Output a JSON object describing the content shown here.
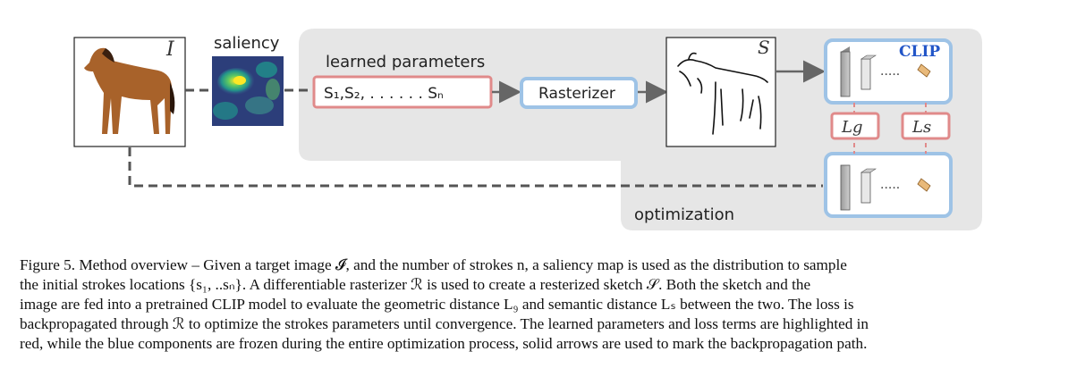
{
  "figure": {
    "saliency_label": "saliency",
    "params_label": "learned parameters",
    "params_text": "S₁,S₂, . . . . . . Sₙ",
    "rasterizer_label": "Rasterizer",
    "clip_label": "CLIP",
    "optimization_label": "optimization",
    "image_symbol": "I",
    "sketch_symbol": "S",
    "loss_g": "Lg",
    "loss_s": "Ls",
    "colors": {
      "learned": "#e08a8a",
      "frozen": "#9ec3e6",
      "clip_text": "#2356c8",
      "panel": "#e6e6e6"
    },
    "icons": [
      "horse-image",
      "saliency-map",
      "sketch-image",
      "network-blocks-icon"
    ]
  },
  "caption": {
    "lines": [
      "Figure 5.  Method overview – Given a target image 𝓘, and the number of strokes n, a saliency map is used as the distribution to sample",
      "the initial strokes locations {s₁, ..sₙ}.  A differentiable rasterizer ℛ is used to create a resterized sketch 𝒮.  Both the sketch and the",
      "image are fed into a pretrained CLIP model to evaluate the geometric distance L₉ and semantic distance Lₛ between the two. The loss is",
      "backpropagated through ℛ to optimize the strokes parameters until convergence. The learned parameters and loss terms are highlighted in",
      "red, while the blue components are frozen during the entire optimization process, solid arrows are used to mark the backpropagation path."
    ]
  }
}
